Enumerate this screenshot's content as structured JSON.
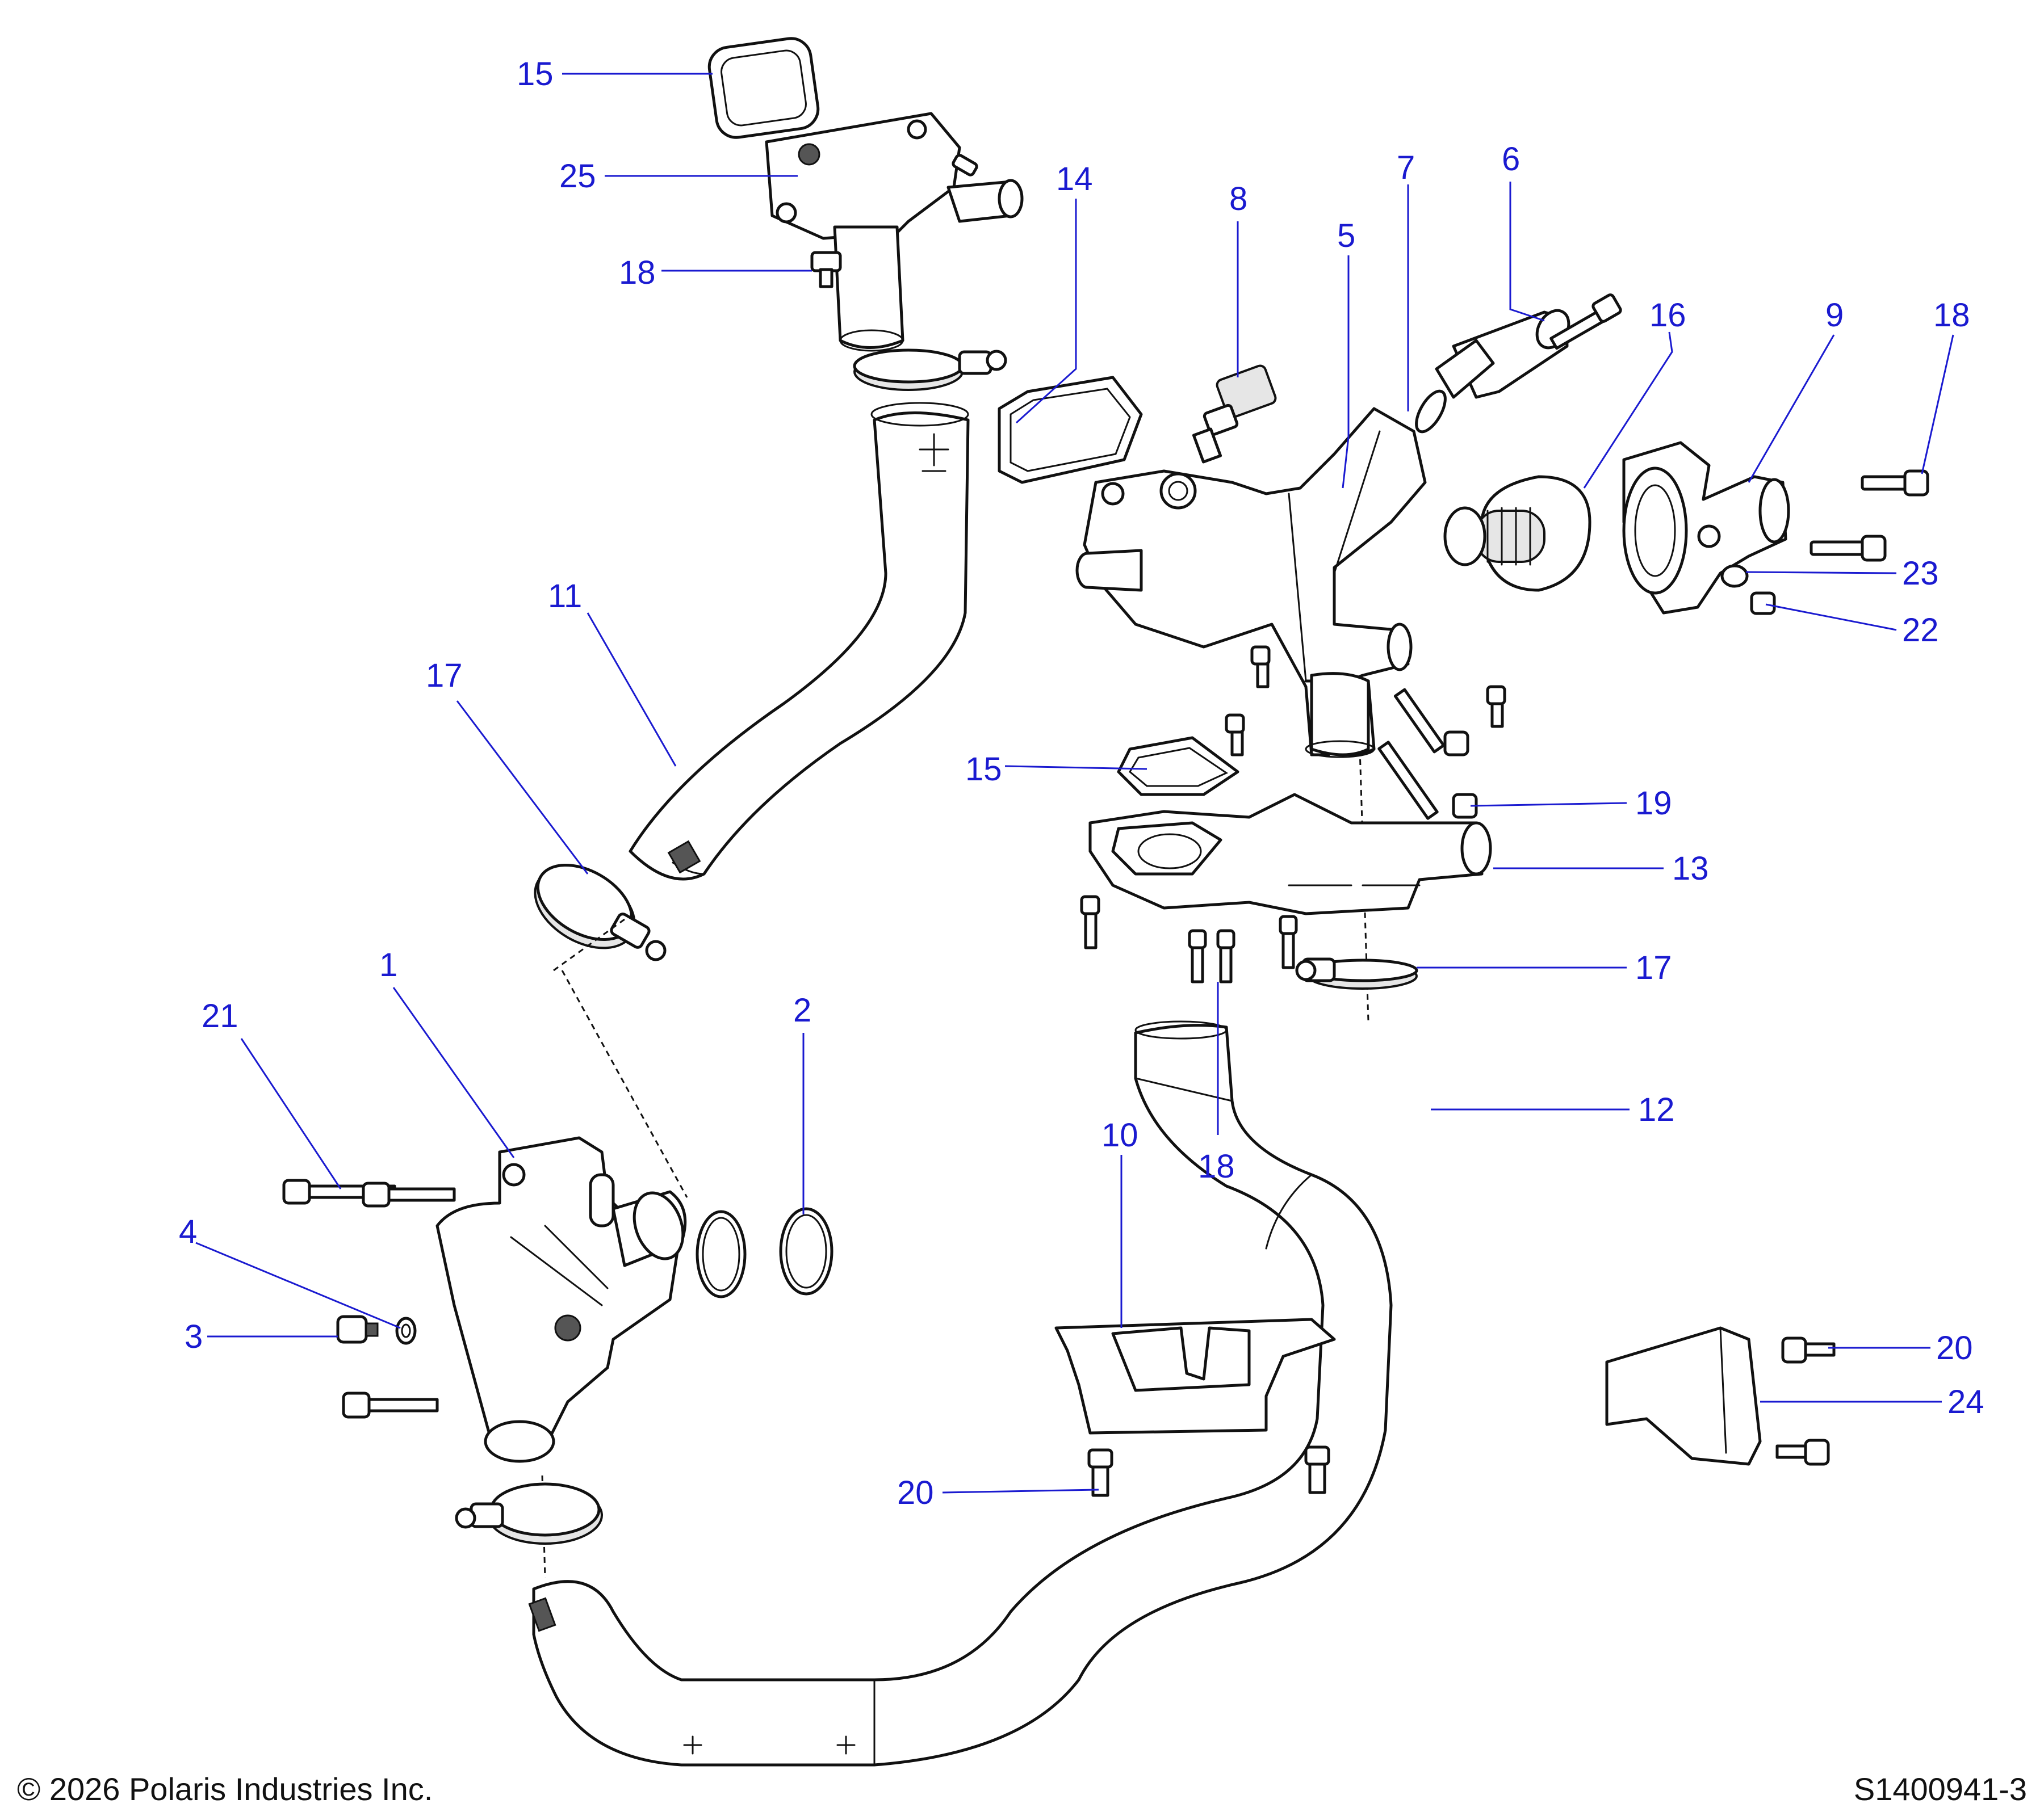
{
  "footer": {
    "copyright": "© 2026 Polaris Industries Inc.",
    "drawing_id": "S1400941-3"
  },
  "callouts": {
    "c1": "1",
    "c2": "2",
    "c3": "3",
    "c4": "4",
    "c5": "5",
    "c6": "6",
    "c7": "7",
    "c8": "8",
    "c9": "9",
    "c10": "10",
    "c11": "11",
    "c12": "12",
    "c13": "13",
    "c14": "14",
    "c15a": "15",
    "c15b": "15",
    "c16": "16",
    "c17a": "17",
    "c17b": "17",
    "c18a": "18",
    "c18b": "18",
    "c18c": "18",
    "c19": "19",
    "c20a": "20",
    "c20b": "20",
    "c21": "21",
    "c22": "22",
    "c23": "23",
    "c24": "24",
    "c25": "25"
  },
  "colors": {
    "callout": "#1a1ad0",
    "line": "#111111"
  }
}
